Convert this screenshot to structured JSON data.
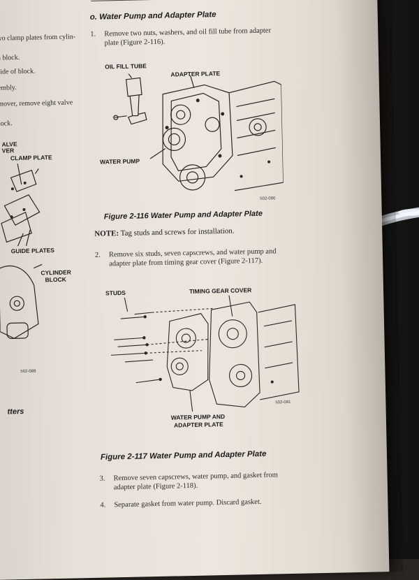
{
  "left_column": {
    "lines": [
      "wo clamp plates from cylin-",
      "n block.",
      "side of block.",
      "embly.",
      "mover, remove eight valve",
      "lock."
    ],
    "labels": {
      "valve": "ALVE",
      "ver": "VER",
      "clamp_plate": "CLAMP PLATE",
      "guide_plates": "GUIDE PLATES",
      "cylinder": "CYLINDER",
      "block": "BLOCK",
      "fig_code": "502-089",
      "section_fragment": "tters"
    }
  },
  "section_title": "o. Water Pump and Adapter Plate",
  "steps": {
    "s1_num": "1.",
    "s1_line1": "Remove two nuts, washers, and oil fill tube from adapter",
    "s1_line2": "plate (Figure 2-116).",
    "s2_num": "2.",
    "s2_line1": "Remove six studs, seven capscrews, and water pump and",
    "s2_line2": "adapter plate from timing gear cover (Figure 2-117).",
    "s3_num": "3.",
    "s3_line1": "Remove seven capscrews, water pump, and gasket from",
    "s3_line2": "adapter plate (Figure 2-118).",
    "s4_num": "4.",
    "s4_line1": "Separate gasket from water pump. Discard gasket."
  },
  "figure_116": {
    "labels": {
      "oil_fill_tube": "OIL FILL TUBE",
      "adapter_plate": "ADAPTER PLATE",
      "water_pump": "WATER PUMP"
    },
    "code": "502-090",
    "caption": "Figure 2-116  Water Pump and Adapter Plate"
  },
  "note": {
    "label": "NOTE:",
    "text": " Tag studs and screws for installation."
  },
  "figure_117": {
    "labels": {
      "studs": "STUDS",
      "timing_gear_cover": "TIMING GEAR COVER",
      "water_pump_and": "WATER PUMP AND",
      "adapter_plate": "ADAPTER PLATE"
    },
    "code": "502-091",
    "caption": "Figure 2-117  Water Pump and Adapter Plate"
  }
}
